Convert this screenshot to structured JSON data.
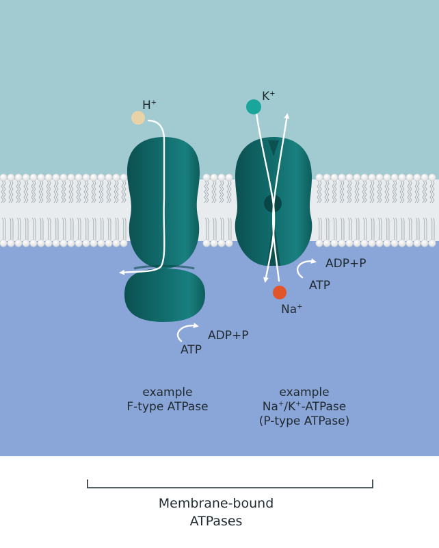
{
  "labels": {
    "proton": "H",
    "proton_charge": "+",
    "potassium": "K",
    "potassium_charge": "+",
    "sodium": "Na",
    "sodium_charge": "+",
    "ftype_adp": "ADP+P",
    "ftype_atp": "ATP",
    "ptype_adp": "ADP+P",
    "ptype_atp": "ATP"
  },
  "captions": {
    "ftype": {
      "line1": "example",
      "line2": "F-type ATPase"
    },
    "ptype": {
      "line1": "example",
      "line2_na": "Na",
      "line2_na_charge": "+",
      "line2_sep": "/K",
      "line2_k_charge": "+",
      "line2_rest": "-ATPase",
      "line3": "(P-type ATPase)"
    }
  },
  "footer": {
    "line1": "Membrane-bound",
    "line2": "ATPases"
  },
  "colors": {
    "extracellular": "#a2cbd1",
    "cytoplasm": "#8aa5d7",
    "protein": "#0f5e5e",
    "protein_highlight": "#1c8080",
    "proton_ion": "#e8d2a8",
    "potassium_ion": "#1aa59b",
    "sodium_ion": "#e0562a",
    "arrow": "#ffffff"
  }
}
